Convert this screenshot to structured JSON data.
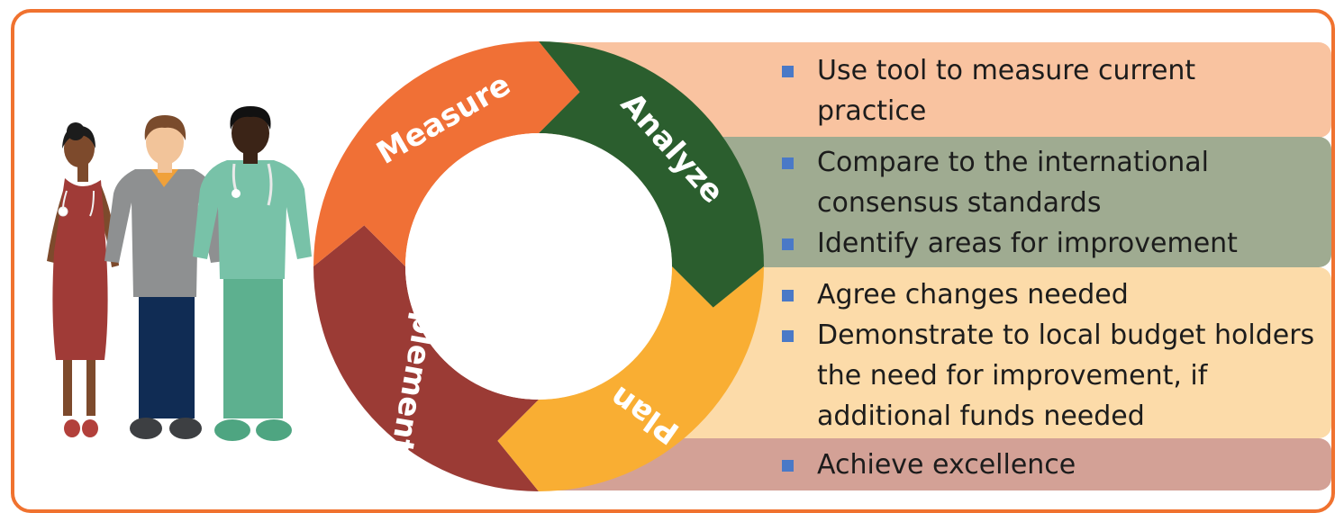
{
  "cycle": {
    "stages": [
      {
        "label": "Measure",
        "color": "#f07036"
      },
      {
        "label": "Analyze",
        "color": "#2b5e2e"
      },
      {
        "label": "Plan",
        "color": "#f9ae33"
      },
      {
        "label": "Implement",
        "color": "#9b3b35"
      }
    ]
  },
  "panels": [
    {
      "color": "#f9c3a0",
      "items": [
        "Use tool to measure current practice"
      ]
    },
    {
      "color": "#9fab91",
      "items": [
        "Compare to the international consensus standards",
        "Identify areas for improvement"
      ]
    },
    {
      "color": "#fcdba9",
      "items": [
        "Agree changes needed",
        "Demonstrate to local budget holders the need for improvement, if additional funds needed"
      ]
    },
    {
      "color": "#d3a196",
      "items": [
        "Achieve excellence"
      ]
    }
  ],
  "colors": {
    "frame": "#f0722f",
    "bullet": "#4a79c7"
  }
}
